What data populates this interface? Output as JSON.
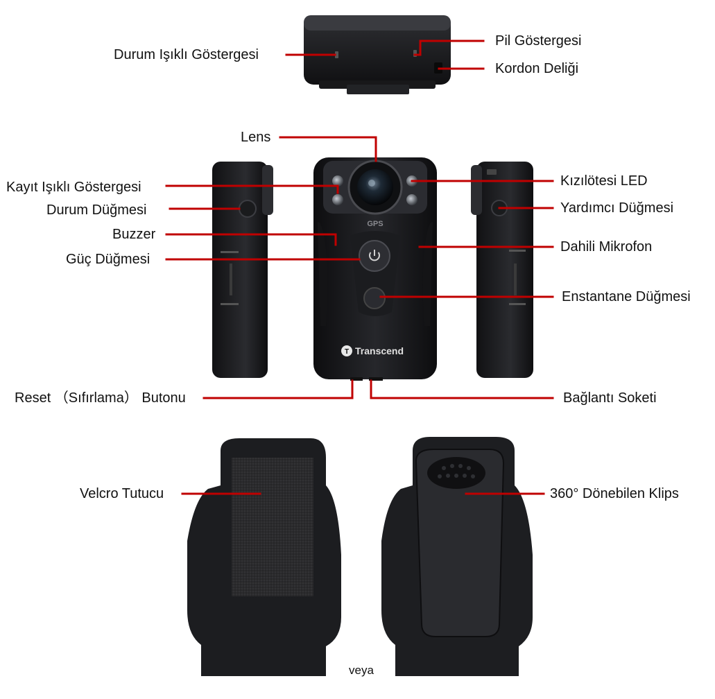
{
  "labels": {
    "status_light": "Durum Işıklı Göstergesi",
    "battery_indicator": "Pil Göstergesi",
    "lanyard_hole": "Kordon Deliği",
    "lens": "Lens",
    "record_light": "Kayıt Işıklı Göstergesi",
    "ir_led": "Kızılötesi LED",
    "status_button": "Durum Düğmesi",
    "aux_button": "Yardımcı Düğmesi",
    "buzzer": "Buzzer",
    "microphone": "Dahili Mikrofon",
    "power_button": "Güç Düğmesi",
    "snapshot_button": "Enstantane Düğmesi",
    "reset_button": "Reset （Sıfırlama） Butonu",
    "connector": "Bağlantı Soketi",
    "velcro": "Velcro Tutucu",
    "clip": "360° Dönebilen Klips",
    "or": "veya"
  },
  "device": {
    "brand": "Transcend",
    "gps_mark": "GPS"
  },
  "colors": {
    "leader": "#c00000",
    "body": "#1c1c1e",
    "body_edge": "#0a0a0a"
  },
  "icons": [
    "power-icon",
    "transcend-logo-icon"
  ]
}
